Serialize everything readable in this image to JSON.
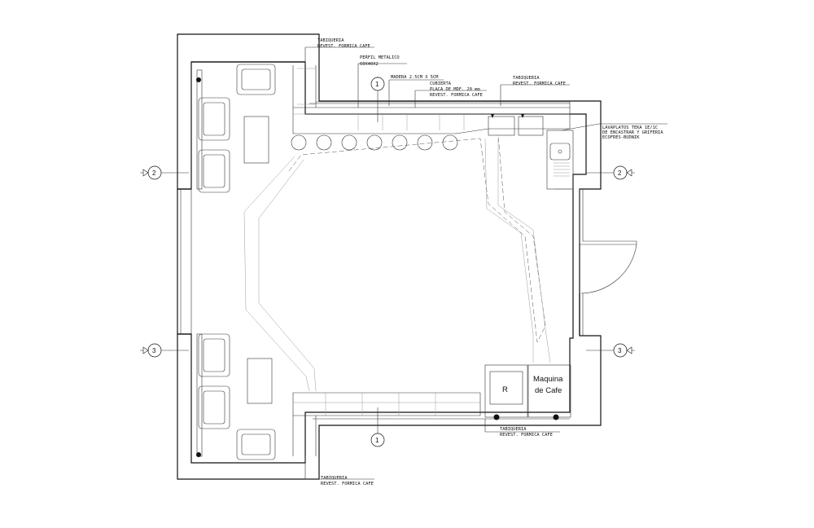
{
  "labels": {
    "tabiqueria_top_left": "TABIQUERIA",
    "revest_top_left": "REVEST. FORMICA CAFE",
    "perfil": "PERFIL METALICO",
    "perfil_dim": "60X40X2",
    "madera": "MADERA 2.5CM X 5CM",
    "cubierta": "CUBIERTA",
    "placa": "PLACA DE  MDF. 20 mm",
    "revest_cubierta": "REVEST. FORMICA CAFE",
    "tabiqueria_top_right": "TABIQUERIA",
    "revest_top_right": "REVEST. FORMICA CAFE",
    "lavaplatos_1": "LAVAPLATOS TEKA 1E/1C",
    "lavaplatos_2": "DE ENCASTRAR Y GRIFERIA",
    "lavaplatos_3": "ECOFRES-BUDNIK",
    "tabiqueria_bottom_right": "TABIQUERIA",
    "revest_bottom_right": "REVEST. FORMICA CAFE",
    "tabiqueria_bottom_left": "TABIQUERIA",
    "revest_bottom_left": "REVEST. FORMICA CAFE",
    "fridge": "R",
    "coffee_machine_1": "Maquina",
    "coffee_machine_2": "de Cafe"
  },
  "section_marks": {
    "top": "1",
    "bottom": "1",
    "left_upper": "2",
    "right_upper": "2",
    "left_lower": "3",
    "right_lower": "3"
  },
  "icons": [
    "section-mark-icon",
    "stool-icon",
    "armchair-icon",
    "table-icon",
    "sink-icon",
    "door-swing-icon"
  ]
}
